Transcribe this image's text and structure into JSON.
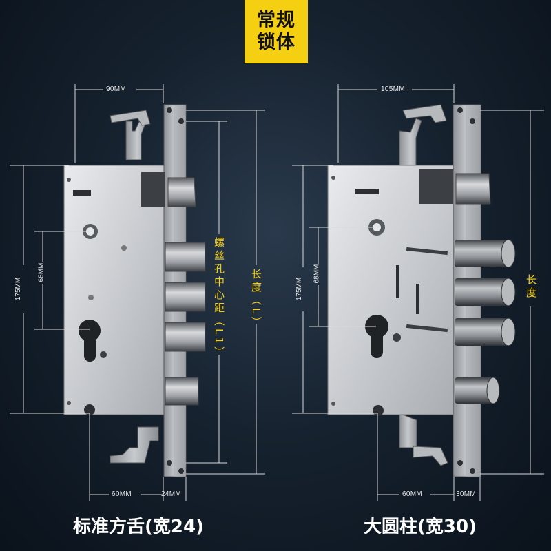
{
  "title": {
    "line1": "常规",
    "line2": "锁体"
  },
  "left": {
    "width_top": "90MM",
    "height_outer": "175MM",
    "height_inner": "68MM",
    "screw_distance": "螺丝孔中心距（L1）",
    "length": "长度（L）",
    "bottom_a": "60MM",
    "bottom_b": "24MM",
    "caption": "标准方舌(宽24)"
  },
  "right": {
    "width_top": "105MM",
    "height_outer": "175MM",
    "height_inner": "68MM",
    "length": "长度",
    "bottom_a": "60MM",
    "bottom_b": "30MM",
    "caption": "大圆柱(宽30)"
  },
  "colors": {
    "accent": "#f5cf12",
    "background": "#14202c",
    "steel": "#c9ccd0"
  },
  "icons": [
    "lock-body-square-bolt",
    "lock-body-round-bolt"
  ]
}
